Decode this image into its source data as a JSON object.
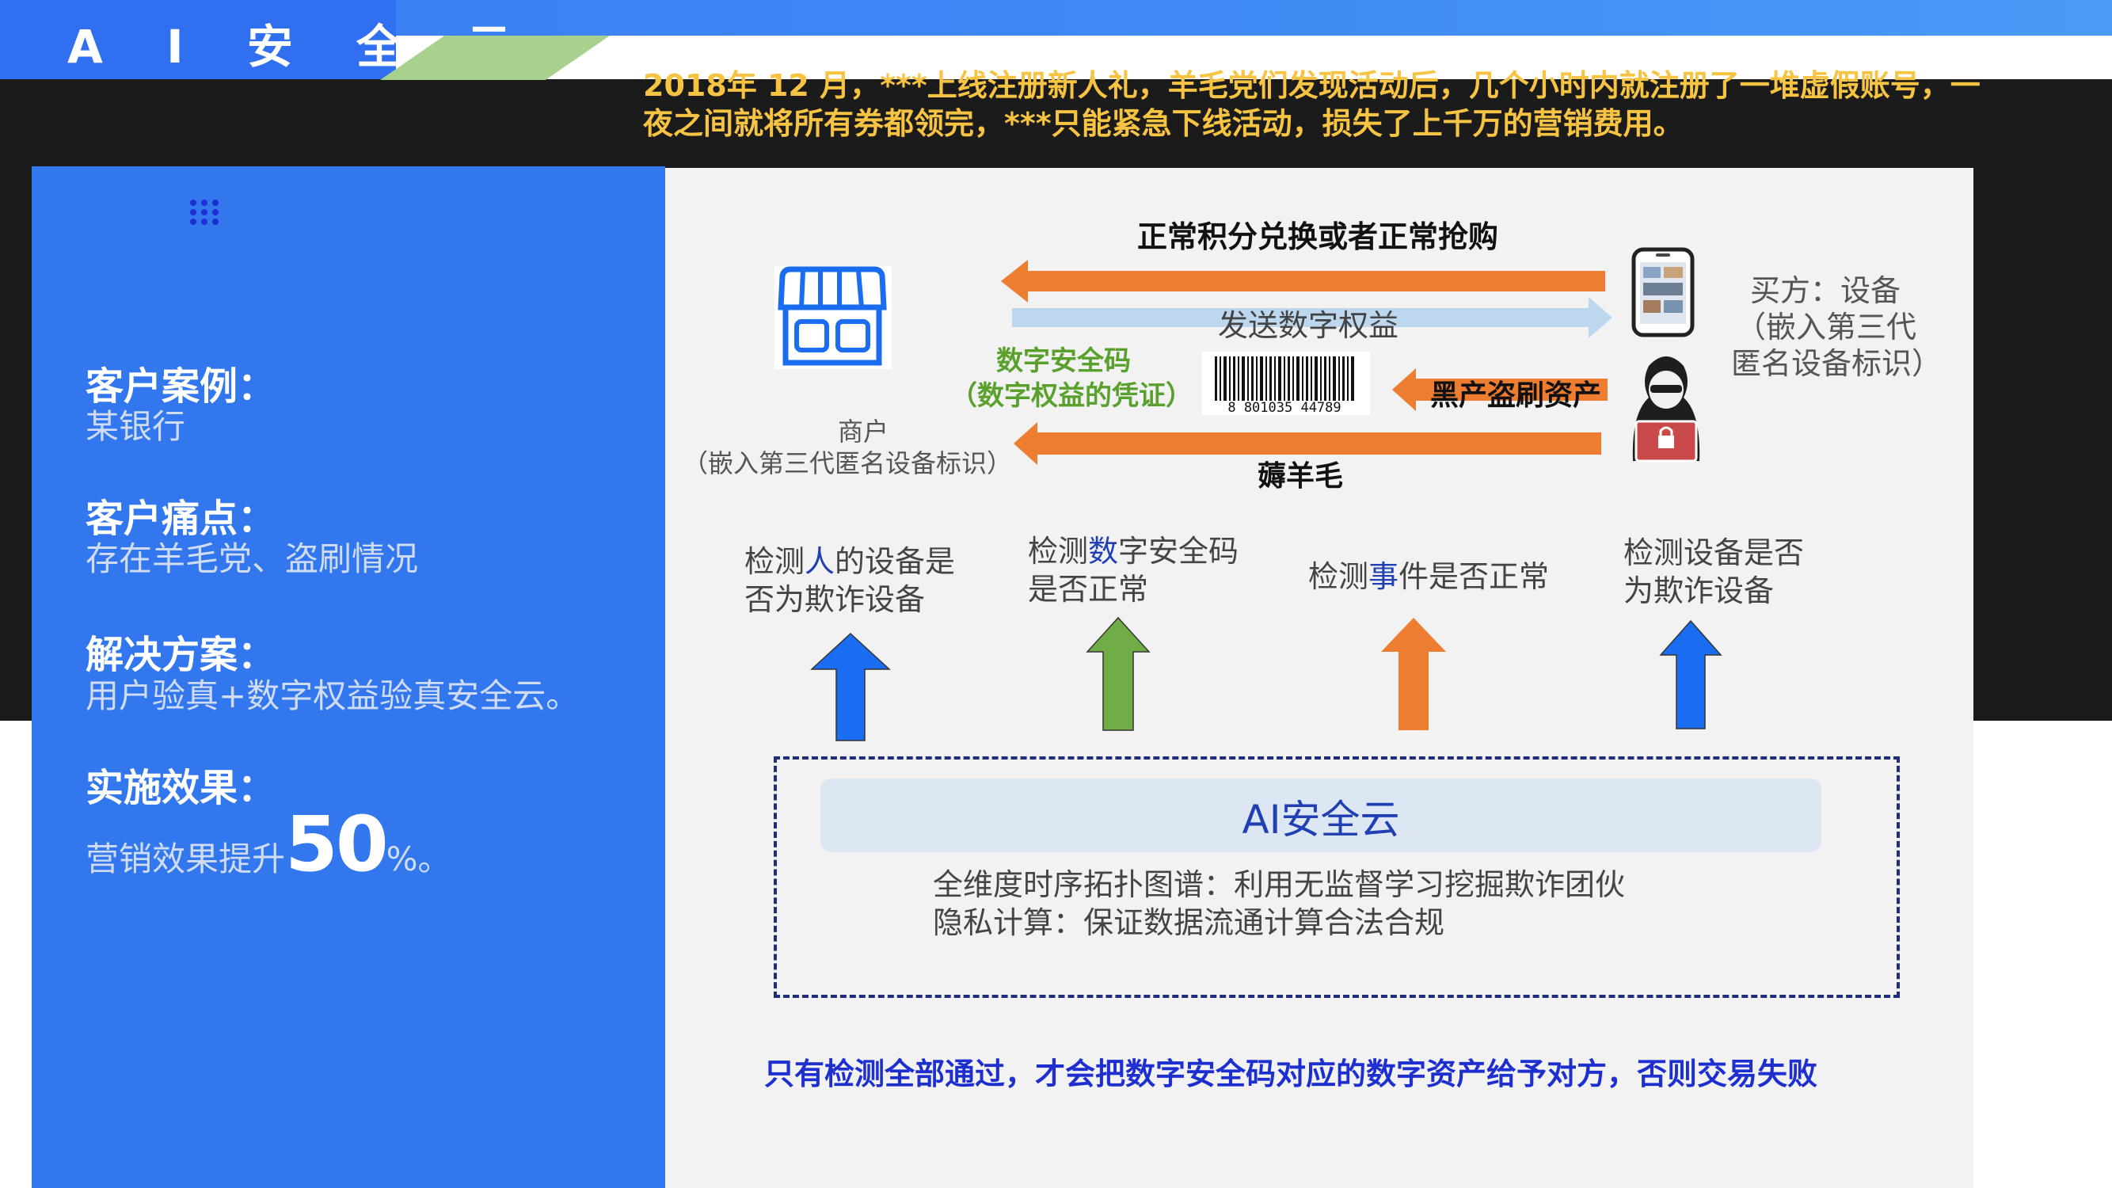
{
  "header": {
    "title": "A I 安 全 云",
    "headline": "2018年 12 月，***上线注册新人礼，羊毛党们发现活动后，几个小时内就注册了一堆虚假账号，一夜之间就将所有券都领完，***只能紧急下线活动，损失了上千万的营销费用。"
  },
  "case": {
    "customer_label": "客户案例：",
    "customer_value": "某银行",
    "pain_label": "客户痛点：",
    "pain_value": "存在羊毛党、盗刷情况",
    "solution_label": "解决方案：",
    "solution_value": "用户验真+数字权益验真安全云。",
    "effect_label": "实施效果：",
    "effect_prefix": "营销效果提升",
    "effect_number": "50",
    "effect_suffix": "%。"
  },
  "diagram": {
    "top_flow_label": "正常积分兑换或者正常抢购",
    "send_label": "发送数字权益",
    "code_label_1": "数字安全码",
    "code_label_2": "（数字权益的凭证）",
    "barcode_digits": "8 801035 44789",
    "black_label": "黑产盗刷资产",
    "wool_label": "薅羊毛",
    "merchant_label": "商户",
    "merchant_sub": "（嵌入第三代匿名设备标识）",
    "buyer_label": "买方：设备",
    "buyer_sub_1": "（嵌入第三代",
    "buyer_sub_2": "匿名设备标识）",
    "checks": [
      {
        "pre": "检测",
        "hl": "人",
        "post": "的设备是",
        "line2": "否为欺诈设备"
      },
      {
        "pre": "检测",
        "hl": "数",
        "post": "字安全码",
        "line2": "是否正常"
      },
      {
        "pre": "检测",
        "hl": "事",
        "post": "件是否正常",
        "line2": ""
      },
      {
        "pre": "检测设备是否",
        "hl": "",
        "post": "",
        "line2": "为欺诈设备"
      }
    ],
    "cloud_title": "AI安全云",
    "cloud_line_1": "全维度时序拓扑图谱：利用无监督学习挖掘欺诈团伙",
    "cloud_line_2": "隐私计算：保证数据流通计算合法合规",
    "footer": "只有检测全部通过，才会把数字安全码对应的数字资产给予对方，否则交易失败"
  },
  "colors": {
    "brand_blue": "#3377ee",
    "orange": "#ed7d31",
    "light_blue_arrow": "#bdd7ee",
    "green": "#70ad47",
    "headline_yellow": "#f6c343"
  },
  "icons": [
    "store-icon",
    "phone-icon",
    "hacker-icon",
    "barcode-icon",
    "grid-dots-icon"
  ]
}
